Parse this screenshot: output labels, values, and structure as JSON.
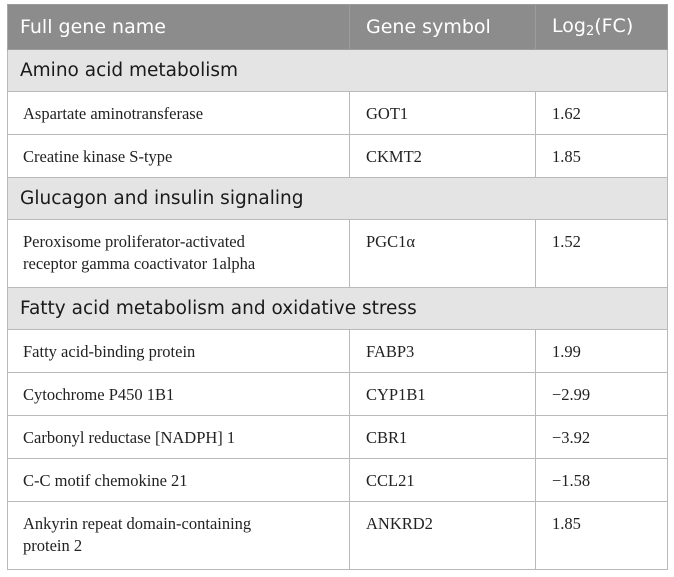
{
  "header": {
    "col1": "Full gene name",
    "col2": "Gene symbol",
    "col3_base": "Log",
    "col3_sub": "2",
    "col3_tail": "(FC)"
  },
  "groups": [
    {
      "title": "Amino acid metabolism",
      "rows": [
        {
          "name": "Aspartate aminotransferase",
          "symbol": "GOT1",
          "log2fc": "1.62"
        },
        {
          "name": "Creatine kinase S-type",
          "symbol": "CKMT2",
          "log2fc": "1.85"
        }
      ]
    },
    {
      "title": "Glucagon and insulin signaling",
      "rows": [
        {
          "name_l1": "Peroxisome proliferator-activated",
          "name_l2": "receptor gamma coactivator 1alpha",
          "symbol": "PGC1α",
          "log2fc": "1.52"
        }
      ]
    },
    {
      "title": "Fatty acid metabolism and oxidative stress",
      "rows": [
        {
          "name": "Fatty acid-binding protein",
          "symbol": "FABP3",
          "log2fc": "1.99"
        },
        {
          "name": "Cytochrome P450 1B1",
          "symbol": "CYP1B1",
          "log2fc": "−2.99"
        },
        {
          "name": "Carbonyl reductase [NADPH] 1",
          "symbol": "CBR1",
          "log2fc": "−3.92"
        },
        {
          "name": "C-C motif chemokine 21",
          "symbol": "CCL21",
          "log2fc": "−1.58"
        },
        {
          "name_l1": "Ankyrin repeat domain-containing",
          "name_l2": "protein 2",
          "symbol": "ANKRD2",
          "log2fc": "1.85"
        }
      ]
    }
  ]
}
